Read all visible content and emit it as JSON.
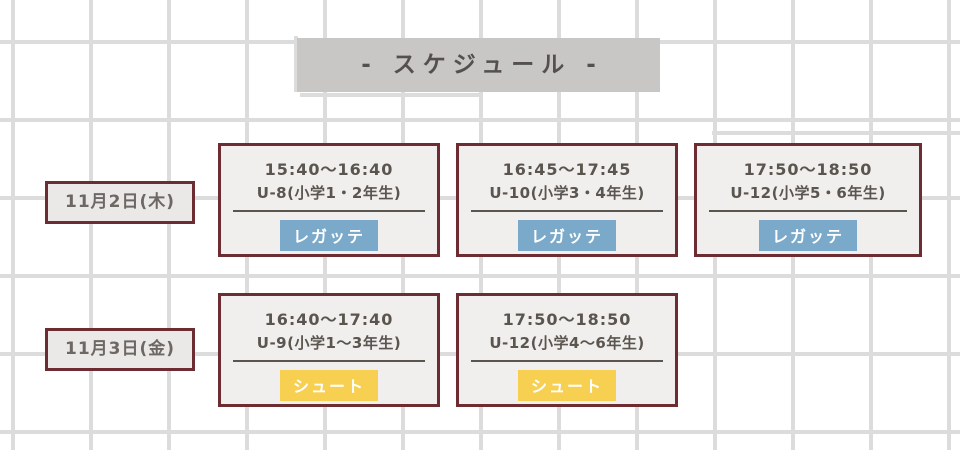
{
  "page": {
    "title": "- スケジュール -"
  },
  "colors": {
    "grid_line": "#dcdcdc",
    "title_bg": "#c8c7c6",
    "title_text": "#55504e",
    "accent_border": "#6d2b32",
    "card_bg": "#f0efee",
    "card_text": "#5b5550",
    "date_bg": "#eae9e8",
    "date_text": "#6e6864",
    "divider": "#5b5550",
    "badge_blue": "#7ba9c9",
    "badge_yellow": "#f7cf51",
    "badge_text": "#ffffff"
  },
  "schedule": {
    "rows": [
      {
        "date": "11月2日(木)",
        "sessions": [
          {
            "time": "15:40〜16:40",
            "group": "U-8(小学1・2年生)",
            "label": "レガッテ",
            "label_color": "blue"
          },
          {
            "time": "16:45〜17:45",
            "group": "U-10(小学3・4年生)",
            "label": "レガッテ",
            "label_color": "blue"
          },
          {
            "time": "17:50〜18:50",
            "group": "U-12(小学5・6年生)",
            "label": "レガッテ",
            "label_color": "blue"
          }
        ]
      },
      {
        "date": "11月3日(金)",
        "sessions": [
          {
            "time": "16:40〜17:40",
            "group": "U-9(小学1〜3年生)",
            "label": "シュート",
            "label_color": "yellow"
          },
          {
            "time": "17:50〜18:50",
            "group": "U-12(小学4〜6年生)",
            "label": "シュート",
            "label_color": "yellow"
          }
        ]
      }
    ]
  }
}
